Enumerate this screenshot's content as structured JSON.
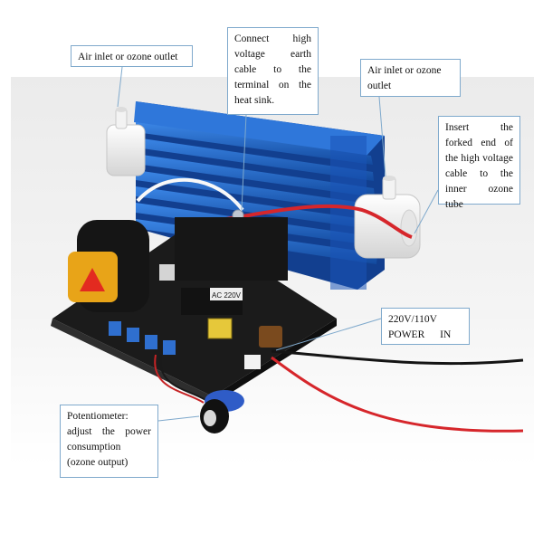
{
  "photo": {
    "subject": "ozone generator module with blue finned heat sink, white ozone tube ends, transformer, circuit board and potentiometer",
    "label_on_coil": "AC 220V",
    "colors": {
      "heatsink": "#1f5fc9",
      "heatsink_dark": "#123f8f",
      "pcb": "#171717",
      "wire_red": "#d6262b",
      "wire_black": "#1a1a1a",
      "tube_white": "#f2f2f2"
    }
  },
  "callouts": {
    "air_inlet_left": "Air inlet or ozone outlet",
    "earth_cable": "Connect high voltage earth cable to the terminal on the heat sink.",
    "air_inlet_right": "Air inlet or ozone outlet",
    "forked_end": "Insert the forked end of the high voltage cable to the inner ozone tube",
    "power_in": {
      "line1": "220V/110V",
      "line2": "POWER IN"
    },
    "potentiometer": "Potentiometer: adjust the power consumption (ozone output)"
  }
}
